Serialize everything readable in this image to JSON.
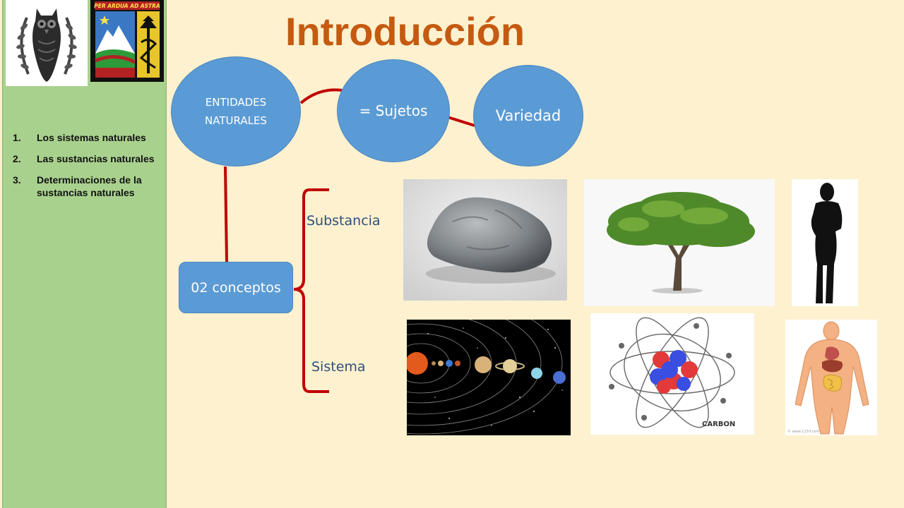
{
  "title": "Introducción",
  "sidebar": {
    "items": [
      {
        "num": "1.",
        "label": "Los sistemas naturales"
      },
      {
        "num": "2.",
        "label": "Las sustancias naturales"
      },
      {
        "num": "3.",
        "label": "Determinaciones de la sustancias naturales"
      }
    ],
    "crest_motto": "PER ARDUA AD ASTRA"
  },
  "diagram": {
    "entidades_line1": "ENTIDADES",
    "entidades_line2": "NATURALES",
    "sujetos": "= Sujetos",
    "variedad": "Variedad",
    "conceptos": "02 conceptos",
    "substancia": "Substancia",
    "sistema": "Sistema"
  },
  "images": {
    "atom_caption": "CARBON",
    "anatomy_caption": "© www.123rf.com"
  },
  "colors": {
    "background": "#fdf1cf",
    "sidebar": "#a9d18e",
    "title": "#c55a11",
    "shape_fill": "#5b9bd5",
    "connector": "#c00000"
  },
  "icons": [
    "owl-logo-icon",
    "crest-logo-icon",
    "rock-image",
    "tree-image",
    "person-silhouette-image",
    "solar-system-image",
    "atom-image",
    "anatomy-image"
  ]
}
